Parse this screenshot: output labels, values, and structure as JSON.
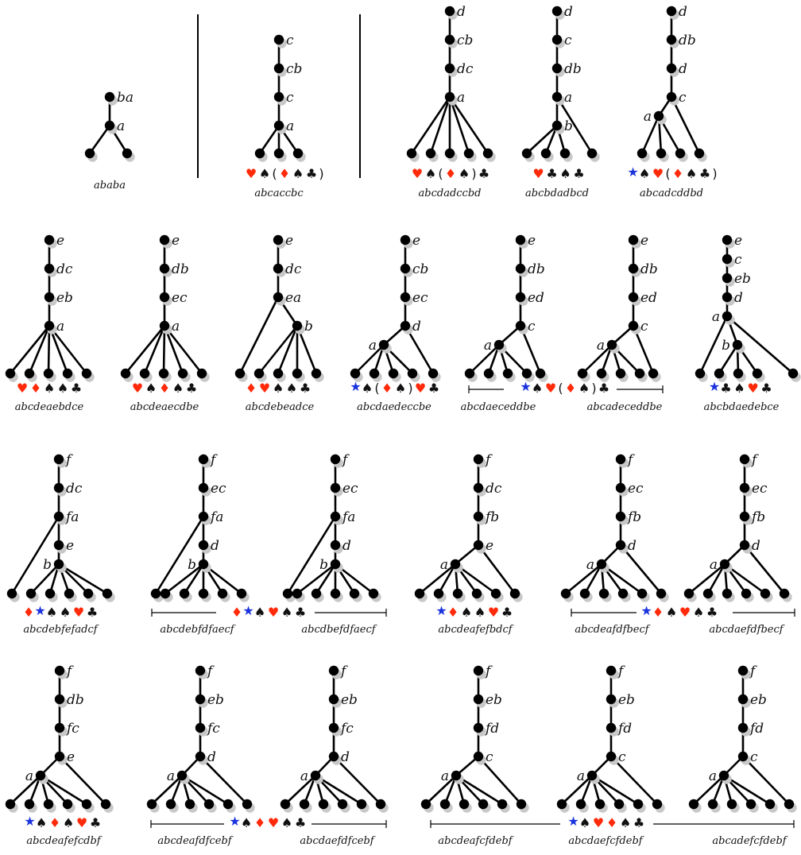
{
  "colors": {
    "red": "#ff2a0a",
    "black": "#111111",
    "blue": "#1a33dd",
    "shadow": "#c8c8c8"
  },
  "suit_glyphs": {
    "H": "♥",
    "D": "♦",
    "S": "♠",
    "C": "♣",
    "star": "★",
    "(": "(",
    ")": ")"
  },
  "trees": [
    {
      "caption": "ababa",
      "labels": [
        "ba",
        "a"
      ]
    },
    {
      "caption": "abcaccbc",
      "labels": [
        "c",
        "cb",
        "c",
        "a"
      ]
    },
    {
      "caption": "abcdadccbd",
      "labels": [
        "d",
        "cb",
        "dc",
        "a"
      ]
    },
    {
      "caption": "abcbdadbcd",
      "labels": [
        "d",
        "c",
        "db",
        "a",
        "b"
      ]
    },
    {
      "caption": "abcadcddbd",
      "labels": [
        "d",
        "db",
        "d",
        "c",
        "a"
      ]
    },
    {
      "caption": "abcdeaebdce",
      "labels": [
        "e",
        "dc",
        "eb",
        "a"
      ]
    },
    {
      "caption": "abcdeaecdbe",
      "labels": [
        "e",
        "db",
        "ec",
        "a"
      ]
    },
    {
      "caption": "abcdebeadce",
      "labels": [
        "e",
        "dc",
        "ea",
        "b"
      ]
    },
    {
      "caption": "abcdaedeccbe",
      "labels": [
        "e",
        "cb",
        "ec",
        "d",
        "a"
      ]
    },
    {
      "caption": "abcdaeceddbe",
      "labels": [
        "e",
        "db",
        "ed",
        "c",
        "a"
      ]
    },
    {
      "caption": "abcadeceddbe",
      "labels": [
        "e",
        "db",
        "ed",
        "c",
        "a"
      ]
    },
    {
      "caption": "abcbdaedebce",
      "labels": [
        "e",
        "c",
        "eb",
        "d",
        "a",
        "b"
      ]
    },
    {
      "caption": "abcdebfefadcf",
      "labels": [
        "f",
        "dc",
        "fa",
        "e",
        "b"
      ]
    },
    {
      "caption": "abcdebfdfaecf",
      "labels": [
        "f",
        "ec",
        "fa",
        "d",
        "b"
      ]
    },
    {
      "caption": "abcdbefdfaecf",
      "labels": [
        "f",
        "ec",
        "fa",
        "d",
        "b"
      ]
    },
    {
      "caption": "abcdeafefbdcf",
      "labels": [
        "f",
        "dc",
        "fb",
        "e",
        "a"
      ]
    },
    {
      "caption": "abcdeafdfbecf",
      "labels": [
        "f",
        "ec",
        "fb",
        "d",
        "a"
      ]
    },
    {
      "caption": "abcdaefdfbecf",
      "labels": [
        "f",
        "ec",
        "fb",
        "d",
        "a"
      ]
    },
    {
      "caption": "abcdeafefcdbf",
      "labels": [
        "f",
        "db",
        "fc",
        "e",
        "a"
      ]
    },
    {
      "caption": "abcdeafdfcebf",
      "labels": [
        "f",
        "eb",
        "fc",
        "d",
        "a"
      ]
    },
    {
      "caption": "abcdaefdfcebf",
      "labels": [
        "f",
        "eb",
        "fc",
        "d",
        "a"
      ]
    },
    {
      "caption": "abcdeafcfdebf",
      "labels": [
        "f",
        "eb",
        "fd",
        "c",
        "a"
      ]
    },
    {
      "caption": "abcdaefcfdebf",
      "labels": [
        "f",
        "eb",
        "fd",
        "c",
        "a"
      ]
    },
    {
      "caption": "abcadefcfdebf",
      "labels": [
        "f",
        "eb",
        "fd",
        "c",
        "a"
      ]
    }
  ],
  "suit_rows": [
    {
      "symbols": [
        "H",
        "S",
        "(",
        "D",
        "S",
        "C",
        ")"
      ]
    },
    {
      "symbols": [
        "H",
        "S",
        "(",
        "D",
        "S",
        ")",
        "C"
      ]
    },
    {
      "symbols": [
        "H",
        "C",
        "S",
        "C"
      ]
    },
    {
      "symbols": [
        "star",
        "S",
        "H",
        "(",
        "D",
        "S",
        "C",
        ")"
      ]
    },
    {
      "symbols": [
        "H",
        "D",
        "S",
        "S",
        "C"
      ]
    },
    {
      "symbols": [
        "H",
        "S",
        "D",
        "S",
        "C"
      ]
    },
    {
      "symbols": [
        "D",
        "H",
        "S",
        "S",
        "C"
      ]
    },
    {
      "symbols": [
        "star",
        "S",
        "(",
        "D",
        "S",
        ")",
        "H",
        "C"
      ]
    },
    {
      "symbols": [
        "star",
        "S",
        "H",
        "(",
        "D",
        "S",
        ")",
        "C"
      ]
    },
    {
      "symbols": [
        "star",
        "C",
        "S",
        "H",
        "C"
      ]
    },
    {
      "symbols": [
        "D",
        "star",
        "S",
        "S",
        "H",
        "C"
      ]
    },
    {
      "symbols": [
        "D",
        "star",
        "S",
        "H",
        "S",
        "C"
      ]
    },
    {
      "symbols": [
        "star",
        "D",
        "S",
        "S",
        "H",
        "C"
      ]
    },
    {
      "symbols": [
        "star",
        "D",
        "S",
        "H",
        "S",
        "C"
      ]
    },
    {
      "symbols": [
        "star",
        "S",
        "D",
        "S",
        "H",
        "C"
      ]
    },
    {
      "symbols": [
        "star",
        "S",
        "D",
        "H",
        "S",
        "C"
      ]
    },
    {
      "symbols": [
        "star",
        "S",
        "H",
        "D",
        "S",
        "C"
      ]
    }
  ]
}
